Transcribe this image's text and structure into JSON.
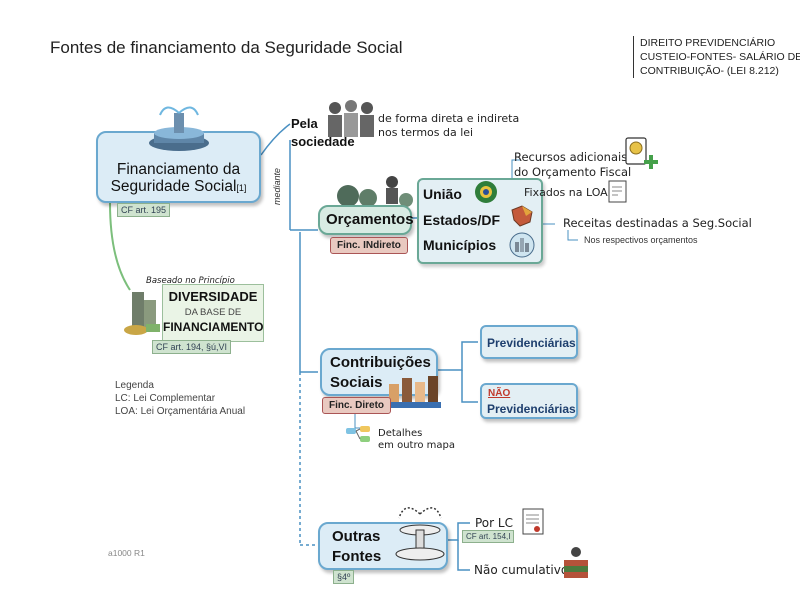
{
  "title": "Fontes de financiamento da Seguridade Social",
  "header": {
    "line1": "DIREITO PREVIDENCIÁRIO",
    "line2": "CUSTEIO-FONTES- SALÁRIO DE",
    "line3": "CONTRIBUIÇÃO- (LEI 8.212)"
  },
  "financiamento": {
    "line1": "Financiamento da",
    "line2": "Seguridade Social",
    "sup": "[1]",
    "badge": "CF art. 195"
  },
  "diversidade": {
    "baseado": "Baseado no Princípio",
    "line1": "DIVERSIDADE",
    "line2": "DA BASE DE",
    "line3": "FINANCIAMENTO",
    "badge": "CF art. 194, §ú,VI"
  },
  "pela": {
    "line1": "Pela",
    "line2": "sociedade",
    "note1": "de forma direta e indireta",
    "note2": "nos termos da lei",
    "mediante": "mediante"
  },
  "orcamentos": {
    "label": "Orçamentos",
    "tag": "Finc. INdireto",
    "uniao": "União",
    "estados": "Estados/DF",
    "municipios": "Municípios",
    "recursos1": "Recursos adicionais",
    "recursos2": "do Orçamento Fiscal",
    "fixados": "Fixados na LOA",
    "receitas": "Receitas destinadas a Seg.Social",
    "nos_resp": "Nos respectivos orçamentos"
  },
  "contribuicoes": {
    "line1": "Contribuições",
    "line2": "Sociais",
    "tag": "Finc. Direto",
    "prev": "Previdenciárias",
    "nao": "NÃO",
    "nao_prev": "Previdenciárias",
    "det1": "Detalhes",
    "det2": "em outro mapa"
  },
  "outras": {
    "line1": "Outras",
    "line2": "Fontes",
    "badge": "§4º",
    "por_lc": "Por LC",
    "por_badge": "CF art. 154,I",
    "nao_cum": "Não cumulativo"
  },
  "legend": {
    "title": "Legenda",
    "lc": "LC: Lei Complementar",
    "loa": "LOA: Lei Orçamentária Anual"
  },
  "footer": "a1000 R1",
  "colors": {
    "blue_node": "#dcecf6",
    "blue_border": "#6aa8cf",
    "green_node": "#d8ebe3",
    "tag_red": "#e9c9c0",
    "line_blue": "#4a90c2"
  }
}
